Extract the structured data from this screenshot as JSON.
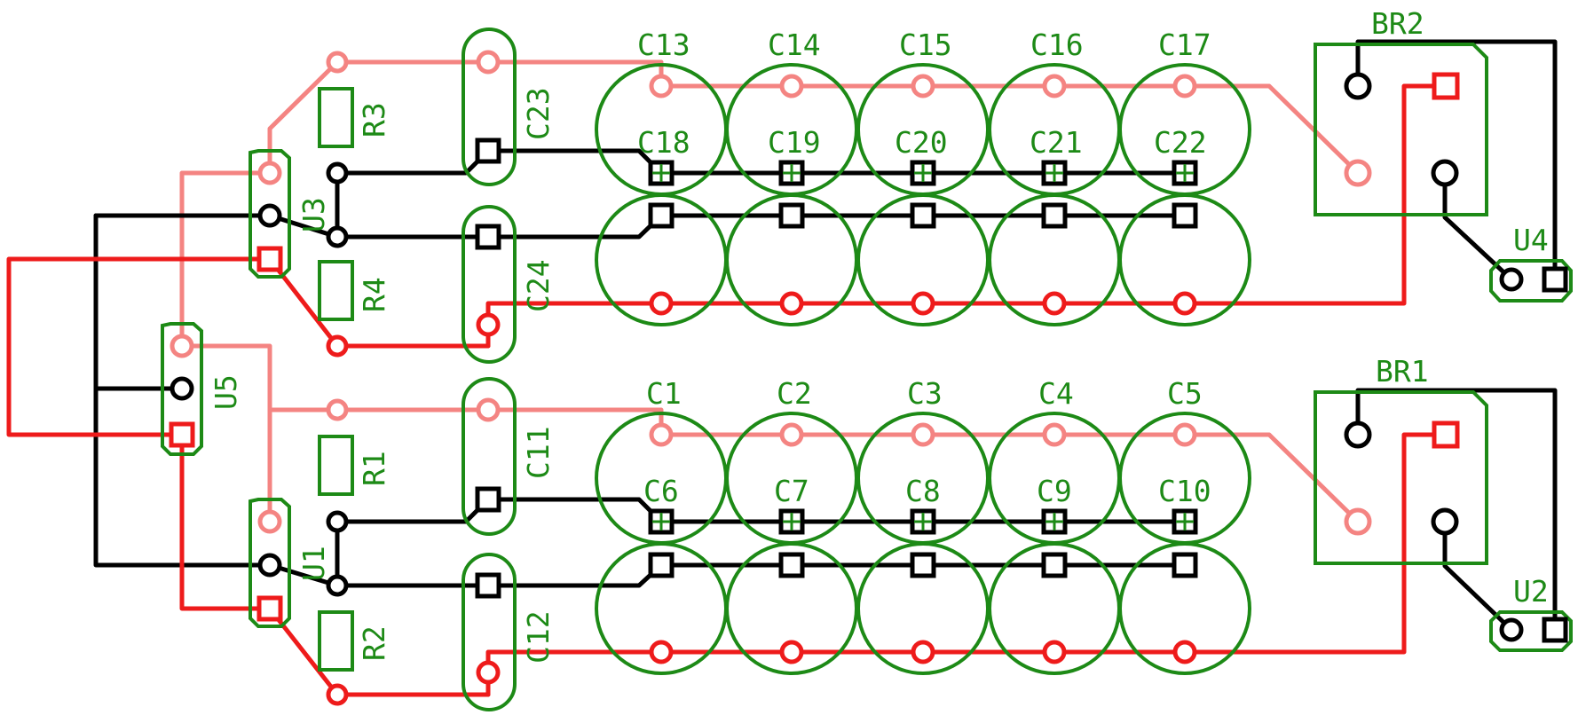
{
  "colors": {
    "silkscreen": "#1d8a16",
    "ground": "#000000",
    "negative": "#ee1b1b",
    "positive": "#f48482",
    "background": "#ffffff"
  },
  "labels": {
    "C1": "C1",
    "C2": "C2",
    "C3": "C3",
    "C4": "C4",
    "C5": "C5",
    "C6": "C6",
    "C7": "C7",
    "C8": "C8",
    "C9": "C9",
    "C10": "C10",
    "C11": "C11",
    "C12": "C12",
    "C13": "C13",
    "C14": "C14",
    "C15": "C15",
    "C16": "C16",
    "C17": "C17",
    "C18": "C18",
    "C19": "C19",
    "C20": "C20",
    "C21": "C21",
    "C22": "C22",
    "C23": "C23",
    "C24": "C24",
    "R1": "R1",
    "R2": "R2",
    "R3": "R3",
    "R4": "R4",
    "U1": "U1",
    "U2": "U2",
    "U3": "U3",
    "U4": "U4",
    "U5": "U5",
    "BR1": "BR1",
    "BR2": "BR2"
  }
}
